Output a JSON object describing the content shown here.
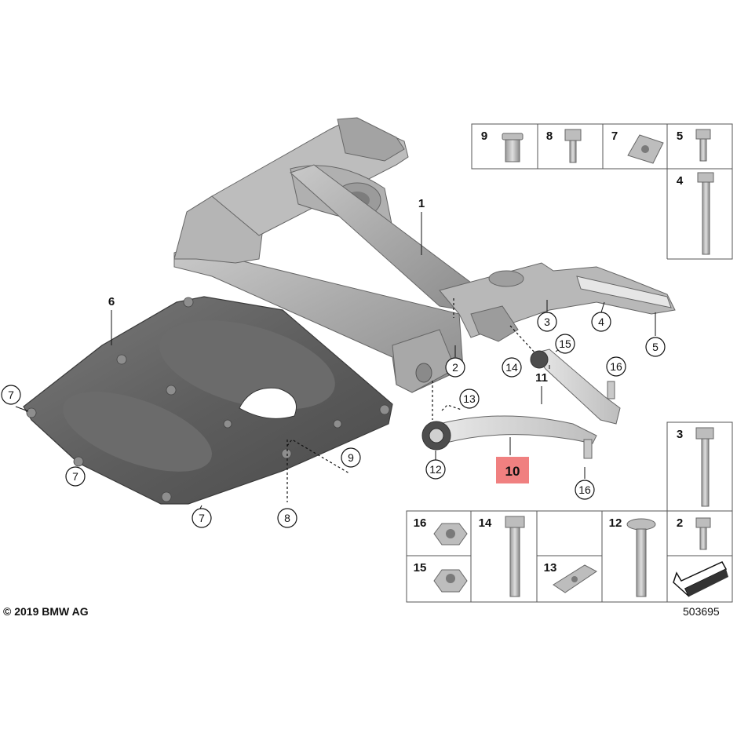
{
  "copyright": "© 2019 BMW AG",
  "diagram_id": "503695",
  "highlight_color": "#f08080",
  "callouts": {
    "c1": "1",
    "c2": "2",
    "c3": "3",
    "c4": "4",
    "c5": "5",
    "c6": "6",
    "c7a": "7",
    "c7b": "7",
    "c7c": "7",
    "c8": "8",
    "c9": "9",
    "c10": "10",
    "c11": "11",
    "c12": "12",
    "c13": "13",
    "c14": "14",
    "c15": "15",
    "c16a": "16",
    "c16b": "16"
  },
  "parts_table_top": {
    "p9": "9",
    "p8": "8",
    "p7": "7",
    "p5": "5",
    "p4": "4"
  },
  "parts_table_bottom": {
    "p16": "16",
    "p14": "14",
    "p12": "12",
    "p2": "2",
    "p3": "3",
    "p15": "15",
    "p13": "13"
  }
}
